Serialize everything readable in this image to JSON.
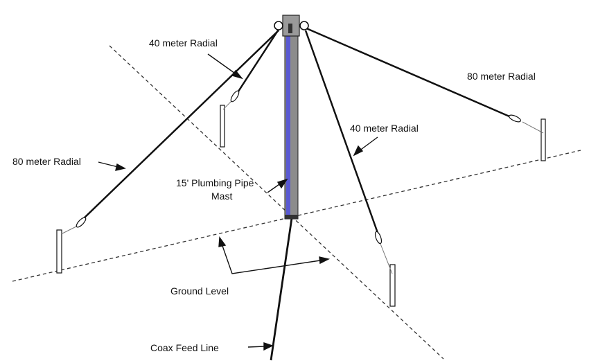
{
  "labels": {
    "radial_40_left": "40 meter Radial",
    "radial_80_left": "80 meter Radial",
    "radial_40_right": "40 meter Radial",
    "radial_80_right": "80 meter Radial",
    "mast_line1": "15' Plumbing Pipe",
    "mast_line2": "Mast",
    "ground": "Ground Level",
    "coax": "Coax Feed Line"
  },
  "colors": {
    "line": "#111111",
    "mast_gray": "#8c8c8c",
    "mast_blue": "#5a5ad2",
    "insulator": "#ffffff"
  }
}
